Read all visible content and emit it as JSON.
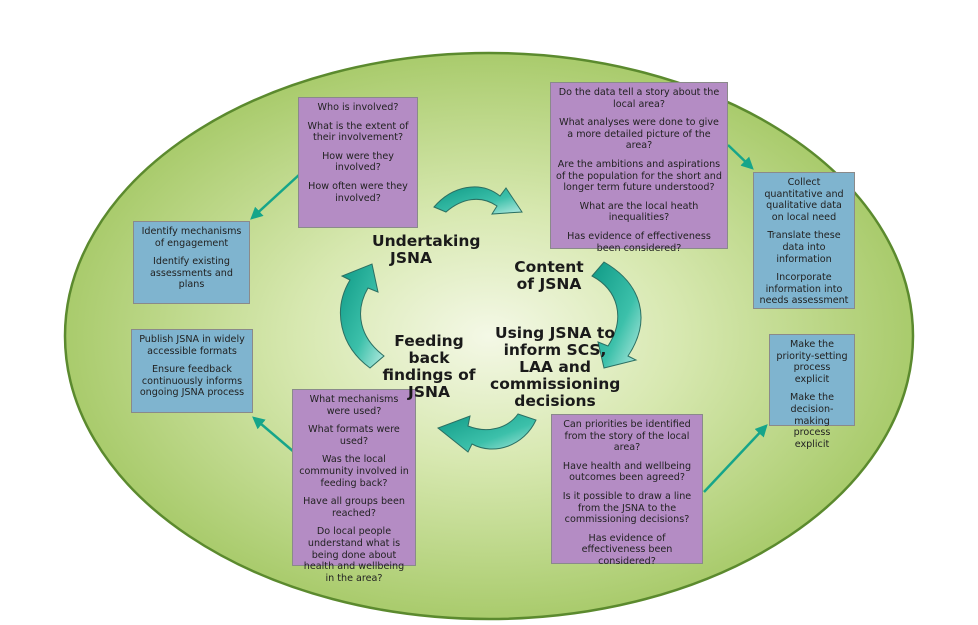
{
  "stages": {
    "undertaking": "Undertaking JSNA",
    "content": "Content of JSNA",
    "using": "Using JSNA to inform SCS, LAA and commissioning decisions",
    "feeding": "Feeding back findings of JSNA"
  },
  "boxes": {
    "involvement": [
      "Who is involved?",
      "What is the extent of their involvement?",
      "How were they involved?",
      "How often were they involved?"
    ],
    "data_story": [
      "Do the data tell a story about the local area?",
      "What analyses were done to give a more detailed picture of the area?",
      "Are the ambitions and aspirations of the population for the short and longer term future understood?",
      "What are the local heath inequalities?",
      "Has evidence of effectiveness been considered?"
    ],
    "priorities": [
      "Can priorities be identified from the story of the local area?",
      "Have health and wellbeing outcomes been agreed?",
      "Is it possible to draw a line from the JSNA to the commissioning decisions?",
      "Has evidence of effectiveness been considered?"
    ],
    "feedback": [
      "What mechanisms were used?",
      "What formats were used?",
      "Was the local community involved in feeding back?",
      "Have all groups been reached?",
      "Do local people understand what is being done about health and wellbeing in the area?"
    ],
    "engagement": [
      "Identify mechanisms of engagement",
      "Identify existing assessments and plans"
    ],
    "collect": [
      "Collect quantitative and qualitative data on local need",
      "Translate these data into information",
      "Incorporate information into needs assessment"
    ],
    "explicit": [
      "Make the priority-setting process explicit",
      "Make the decision-making process explicit"
    ],
    "publish": [
      "Publish JSNA in widely accessible formats",
      "Ensure feedback continuously informs ongoing JSNA process"
    ]
  },
  "colors": {
    "ellipse_fill": "#b5d27a",
    "ellipse_center": "#f4f8e6",
    "ellipse_border": "#5b8a2e",
    "purple_box": "#b48cc4",
    "blue_box": "#7fb4cf",
    "cycle_arrow": "#21a894",
    "connector_arrow": "#16a58a"
  }
}
